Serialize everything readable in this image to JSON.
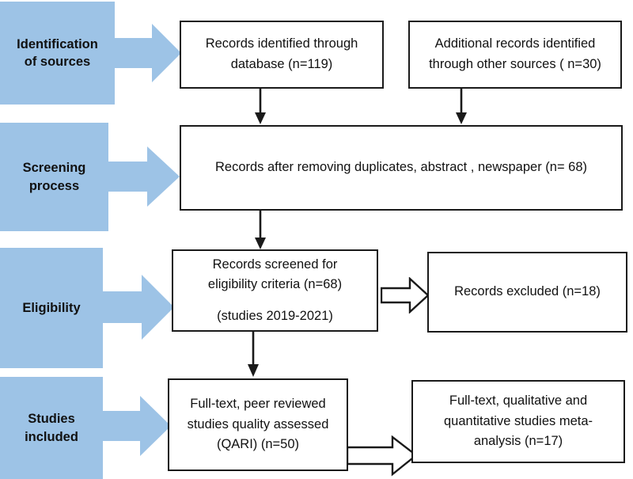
{
  "diagram": {
    "title": "PRISMA study selection flow diagram",
    "colors": {
      "stage_fill": "#9DC3E6",
      "box_border": "#1A1A1A",
      "box_fill": "#FFFFFF",
      "text": "#111111"
    },
    "stages": [
      {
        "id": "identification",
        "line1": "Identification",
        "line2": "of sources"
      },
      {
        "id": "screening",
        "line1": "Screening",
        "line2": "process"
      },
      {
        "id": "eligibility",
        "line1": "Eligibility",
        "line2": ""
      },
      {
        "id": "included",
        "line1": "Studies",
        "line2": "included"
      }
    ],
    "boxes": {
      "records_database": {
        "line1": "Records identified through",
        "line2": "database (n=119)"
      },
      "records_other": {
        "line1": "Additional records identified",
        "line2": "through other sources ( n=30)"
      },
      "after_duplicates": {
        "line1": "Records after removing duplicates, abstract , newspaper (n= 68)"
      },
      "screened": {
        "line1": "Records screened for",
        "line2": "eligibility criteria (n=68)",
        "line3": "(studies 2019-2021)"
      },
      "excluded": {
        "line1": "Records excluded (n=18)"
      },
      "quality_assessed": {
        "line1": "Full-text, peer reviewed",
        "line2": "studies quality assessed",
        "line3": "(QARI) (n=50)"
      },
      "meta_analysis": {
        "line1": "Full-text, qualitative and",
        "line2": "quantitative studies meta-",
        "line3": "analysis (n=17)"
      }
    },
    "connector_icons": {
      "down_arrow_db": "down-arrow-icon",
      "down_arrow_other": "down-arrow-icon",
      "down_arrow_screening": "down-arrow-icon",
      "down_arrow_eligibility": "down-arrow-icon",
      "hollow_right_excluded": "hollow-right-arrow-icon",
      "hollow_right_meta": "hollow-right-arrow-icon"
    }
  }
}
